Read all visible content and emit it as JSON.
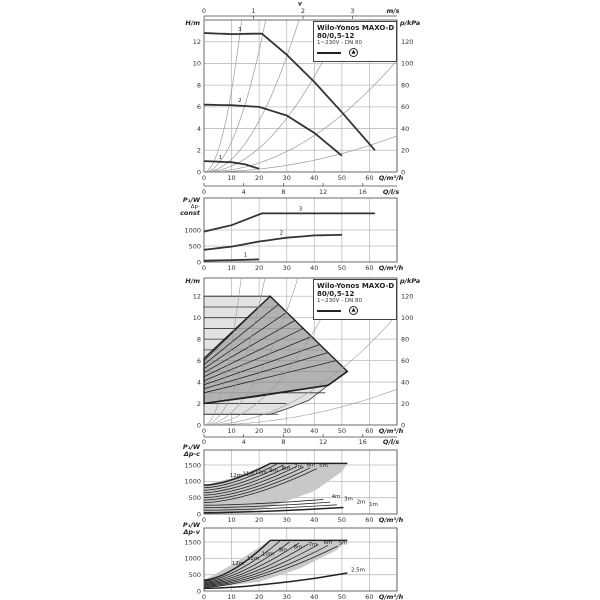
{
  "legend": {
    "title_line1": "Wilo-Yonos MAXO-D",
    "title_line2": "80/0,5-12",
    "subtitle": "1~230V - DN 80",
    "icon": "pump-symbol-icon"
  },
  "legend2": {
    "title_line1": "Wilo-Yonos MAXO-D",
    "title_line2": "80/0,5-12",
    "subtitle": "1~230V - DN 80",
    "icon": "pump-symbol-icon"
  },
  "colors": {
    "curve": "#333333",
    "grid": "#bdbdbd",
    "system_curve": "#9a9a9a",
    "range_dark": "#a9a9a9",
    "range_light": "#e2e2e2"
  },
  "chart_data": [
    {
      "type": "line",
      "title": "",
      "xlabel": "Q/m³/h",
      "ylabel": "H/m",
      "y2label": "p/kPa",
      "top_axis_label": "v",
      "top_axis_unit": "m/s",
      "top_axis_ticks": [
        "0",
        "1",
        "2",
        "3"
      ],
      "secondary_x_label": "Q/l/s",
      "secondary_x_ticks": [
        "0",
        "4",
        "8",
        "12",
        "16"
      ],
      "xlim": [
        0,
        70
      ],
      "ylim": [
        0,
        14
      ],
      "xticks": [
        "0",
        "10",
        "20",
        "30",
        "40",
        "50",
        "60"
      ],
      "yticks": [
        "0",
        "2",
        "4",
        "6",
        "8",
        "10",
        "12"
      ],
      "y2ticks": [
        "0",
        "20",
        "40",
        "60",
        "80",
        "100",
        "120"
      ],
      "grid": true,
      "system_curve_k": [
        0.075,
        0.028,
        0.0118,
        0.0055,
        0.0021,
        0.00068
      ],
      "series": [
        {
          "name": "1",
          "x": [
            0,
            10,
            15,
            20
          ],
          "y": [
            1.0,
            0.9,
            0.7,
            0.3
          ]
        },
        {
          "name": "2",
          "x": [
            0,
            10,
            20,
            30,
            40,
            50
          ],
          "y": [
            6.2,
            6.15,
            6.0,
            5.2,
            3.6,
            1.5
          ]
        },
        {
          "name": "3",
          "x": [
            0,
            10,
            21,
            30,
            40,
            50,
            62
          ],
          "y": [
            12.8,
            12.7,
            12.75,
            10.8,
            8.3,
            5.5,
            2.0
          ]
        }
      ]
    },
    {
      "type": "line",
      "ylabel": "P₁/W",
      "ylabel_mode_1": "Δp-",
      "ylabel_mode_2": "const",
      "xlabel": "Q/m³/h",
      "xlim": [
        0,
        70
      ],
      "ylim": [
        0,
        2000
      ],
      "xticks": [
        "0",
        "10",
        "20",
        "30",
        "40",
        "50",
        "60"
      ],
      "yticks": [
        "0",
        "500",
        "1000"
      ],
      "grid": true,
      "series": [
        {
          "name": "1",
          "x": [
            0,
            20
          ],
          "y": [
            40,
            80
          ]
        },
        {
          "name": "2",
          "x": [
            0,
            10,
            20,
            30,
            40,
            50
          ],
          "y": [
            380,
            480,
            640,
            760,
            830,
            850
          ]
        },
        {
          "name": "3",
          "x": [
            0,
            10,
            21,
            62
          ],
          "y": [
            950,
            1150,
            1520,
            1520
          ]
        }
      ]
    },
    {
      "type": "area",
      "xlabel": "Q/m³/h",
      "ylabel": "H/m",
      "y2label": "p/kPa",
      "secondary_x_label": "Q/l/s",
      "secondary_x_ticks": [
        "0",
        "4",
        "8",
        "12",
        "16"
      ],
      "xlim": [
        0,
        70
      ],
      "ylim": [
        0,
        13.7
      ],
      "xticks": [
        "0",
        "10",
        "20",
        "30",
        "40",
        "50",
        "60"
      ],
      "yticks": [
        "0",
        "2",
        "4",
        "6",
        "8",
        "10",
        "12"
      ],
      "y2ticks": [
        "0",
        "20",
        "40",
        "60",
        "80",
        "100",
        "120"
      ],
      "grid": true,
      "dp_v_range": {
        "x": [
          0,
          24,
          52,
          45,
          0
        ],
        "y": [
          6.2,
          12,
          5,
          3.7,
          2
        ]
      },
      "dp_c_range": {
        "x": [
          0,
          24,
          24,
          40,
          52,
          45,
          0
        ],
        "y": [
          12,
          12,
          1,
          1,
          3,
          5,
          3.7,
          1
        ]
      },
      "dp_c_levels": [
        1,
        2,
        3,
        4,
        5,
        6,
        7,
        8,
        9,
        10,
        11,
        12
      ]
    },
    {
      "type": "line",
      "ylabel": "P₁/W",
      "ylabel_mode": "Δp-c",
      "xlabel": "Q/m³/h",
      "xlim": [
        0,
        70
      ],
      "ylim": [
        0,
        1960
      ],
      "xticks": [
        "0",
        "10",
        "20",
        "30",
        "40",
        "50",
        "60"
      ],
      "yticks": [
        "0",
        "500",
        "1000",
        "1500"
      ],
      "grid": true,
      "curve_labels": [
        "12m",
        "11m",
        "10m",
        "9m",
        "8m",
        "7m",
        "6m",
        "5m",
        "4m",
        "3m",
        "2m",
        "1m"
      ]
    },
    {
      "type": "line",
      "ylabel": "P₁/W",
      "ylabel_mode": "Δp-v",
      "xlabel": "Q/m³/h",
      "xlim": [
        0,
        70
      ],
      "ylim": [
        0,
        1930
      ],
      "xticks": [
        "0",
        "10",
        "20",
        "30",
        "40",
        "50",
        "60"
      ],
      "yticks": [
        "0",
        "500",
        "1000",
        "1500"
      ],
      "grid": true,
      "curve_labels": [
        "12m",
        "11m",
        "10m",
        "9m",
        "8m",
        "7m",
        "6m",
        "5m",
        "2.5m"
      ]
    }
  ]
}
